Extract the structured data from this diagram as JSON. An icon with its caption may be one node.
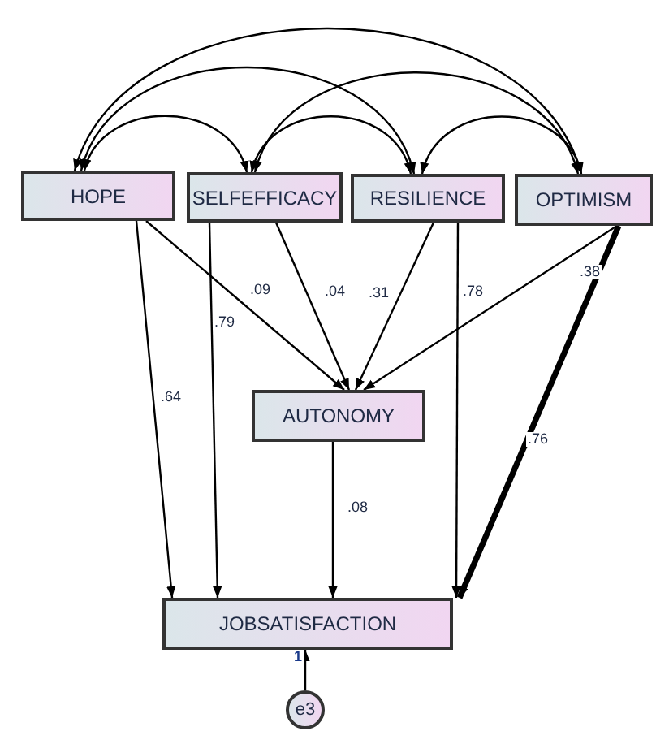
{
  "diagram": {
    "nodes": [
      {
        "text": [
          "HOPE"
        ]
      },
      {
        "text": [
          "SELFEFFICACY"
        ]
      },
      {
        "text": [
          "RESILIENCE"
        ]
      },
      {
        "text": [
          "OPTIMISM"
        ]
      },
      {
        "text": [
          "AUTONOMY"
        ]
      },
      {
        "text": [
          "JOBSATISFACTION"
        ]
      },
      {
        "text": [
          "e3"
        ]
      }
    ],
    "edges": [
      {
        "from": 0,
        "to": 1,
        "arrow": "both"
      },
      {
        "from": 0,
        "to": 2,
        "arrow": "both"
      },
      {
        "from": 0,
        "to": 3,
        "arrow": "both"
      },
      {
        "from": 1,
        "to": 2,
        "arrow": "both"
      },
      {
        "from": 1,
        "to": 3,
        "arrow": "both"
      },
      {
        "from": 2,
        "to": 3,
        "arrow": "both"
      },
      {
        "from": 0,
        "to": 4,
        "arrow": "to",
        "label": ".09"
      },
      {
        "from": 1,
        "to": 4,
        "arrow": "to",
        "label": ".04"
      },
      {
        "from": 2,
        "to": 4,
        "arrow": "to",
        "label": ".31"
      },
      {
        "from": 3,
        "to": 4,
        "arrow": "to",
        "label": ".38"
      },
      {
        "from": 0,
        "to": 5,
        "arrow": "to",
        "label": ".64"
      },
      {
        "from": 1,
        "to": 5,
        "arrow": "to",
        "label": ".79"
      },
      {
        "from": 2,
        "to": 5,
        "arrow": "to",
        "label": ".78"
      },
      {
        "from": 3,
        "to": 5,
        "arrow": "to",
        "label": ".76",
        "style": "thick"
      },
      {
        "from": 4,
        "to": 5,
        "arrow": "to",
        "label": ".08"
      },
      {
        "from": 6,
        "to": 5,
        "arrow": "to",
        "label": "1"
      }
    ]
  }
}
